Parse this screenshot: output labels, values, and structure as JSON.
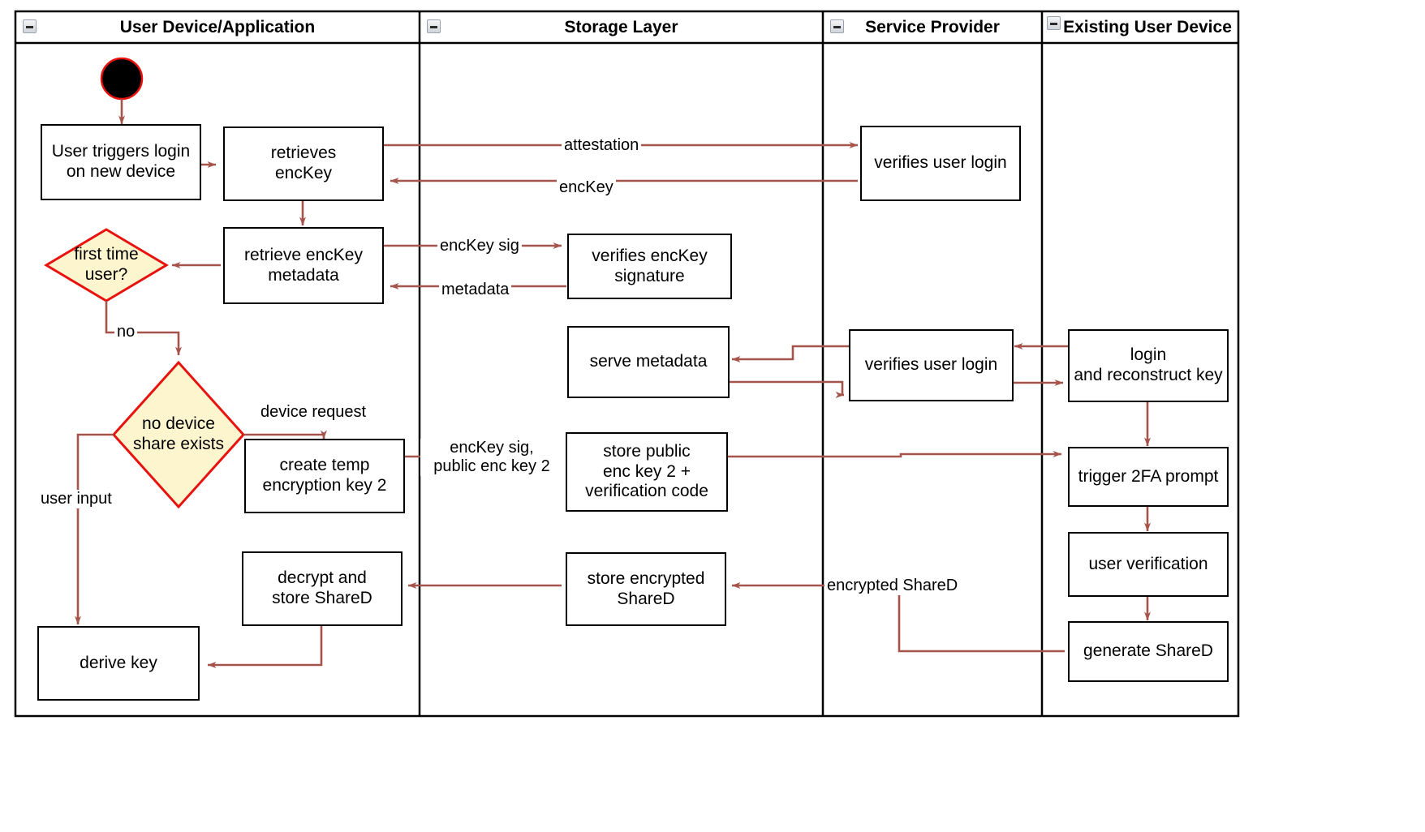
{
  "diagram": {
    "title": "Key recovery / device-share activity diagram",
    "colors": {
      "arrow": "#A5544C",
      "node_border": "#000000",
      "node_fill": "#FFFFFF",
      "decision_fill": "#FDF5CE",
      "decision_border": "#E8130F",
      "start_fill": "#000000",
      "start_border": "#E8130F",
      "lane_border": "#000000",
      "text": "#000000"
    },
    "lanes": [
      {
        "id": "lane-user-device",
        "label": "User Device/Application",
        "collapse_icon": "minus-box-icon"
      },
      {
        "id": "lane-storage",
        "label": "Storage Layer",
        "collapse_icon": "minus-box-icon"
      },
      {
        "id": "lane-service",
        "label": "Service Provider",
        "collapse_icon": "minus-box-icon"
      },
      {
        "id": "lane-existing-device",
        "label": "Existing User Device",
        "collapse_icon": "minus-box-icon"
      }
    ],
    "start_node": {
      "id": "start",
      "shape": "initial-node"
    },
    "nodes": [
      {
        "id": "n-user-triggers-login",
        "lane": "lane-user-device",
        "label": "User triggers login\non new device"
      },
      {
        "id": "n-retrieves-enckey",
        "lane": "lane-user-device",
        "label": "retrieves\nencKey"
      },
      {
        "id": "n-retrieve-metadata",
        "lane": "lane-user-device",
        "label": "retrieve encKey\nmetadata"
      },
      {
        "id": "n-create-temp-key",
        "lane": "lane-user-device",
        "label": "create temp\nencryption key 2"
      },
      {
        "id": "n-decrypt-store",
        "lane": "lane-user-device",
        "label": "decrypt and\nstore ShareD"
      },
      {
        "id": "n-derive-key",
        "lane": "lane-user-device",
        "label": "derive key"
      },
      {
        "id": "n-verifies-signature",
        "lane": "lane-storage",
        "label": "verifies encKey\nsignature"
      },
      {
        "id": "n-serve-metadata",
        "lane": "lane-storage",
        "label": "serve metadata"
      },
      {
        "id": "n-store-public-key",
        "lane": "lane-storage",
        "label": "store public\nenc key 2 +\nverification code"
      },
      {
        "id": "n-store-encrypted",
        "lane": "lane-storage",
        "label": "store encrypted\nShareD"
      },
      {
        "id": "n-verifies-login-1",
        "lane": "lane-service",
        "label": "verifies user login"
      },
      {
        "id": "n-verifies-login-2",
        "lane": "lane-service",
        "label": "verifies user login"
      },
      {
        "id": "n-login-reconstruct",
        "lane": "lane-existing-device",
        "label": "login\nand reconstruct key"
      },
      {
        "id": "n-trigger-2fa",
        "lane": "lane-existing-device",
        "label": "trigger 2FA prompt"
      },
      {
        "id": "n-user-verification",
        "lane": "lane-existing-device",
        "label": "user verification"
      },
      {
        "id": "n-generate-shared",
        "lane": "lane-existing-device",
        "label": "generate ShareD"
      }
    ],
    "decisions": [
      {
        "id": "d-first-time-user",
        "lane": "lane-user-device",
        "label": "first time\nuser?"
      },
      {
        "id": "d-no-device-share",
        "lane": "lane-user-device",
        "label": "no device\nshare exists"
      }
    ],
    "edge_labels": [
      {
        "id": "el-attestation",
        "text": "attestation"
      },
      {
        "id": "el-enckey",
        "text": "encKey"
      },
      {
        "id": "el-enckey-sig",
        "text": "encKey sig"
      },
      {
        "id": "el-metadata",
        "text": "metadata"
      },
      {
        "id": "el-no",
        "text": "no"
      },
      {
        "id": "el-device-request",
        "text": "device request"
      },
      {
        "id": "el-enckey-sig-pub",
        "text": "encKey sig,\npublic enc key 2"
      },
      {
        "id": "el-user-input",
        "text": "user input"
      },
      {
        "id": "el-encrypted-shared",
        "text": "encrypted ShareD"
      }
    ]
  }
}
